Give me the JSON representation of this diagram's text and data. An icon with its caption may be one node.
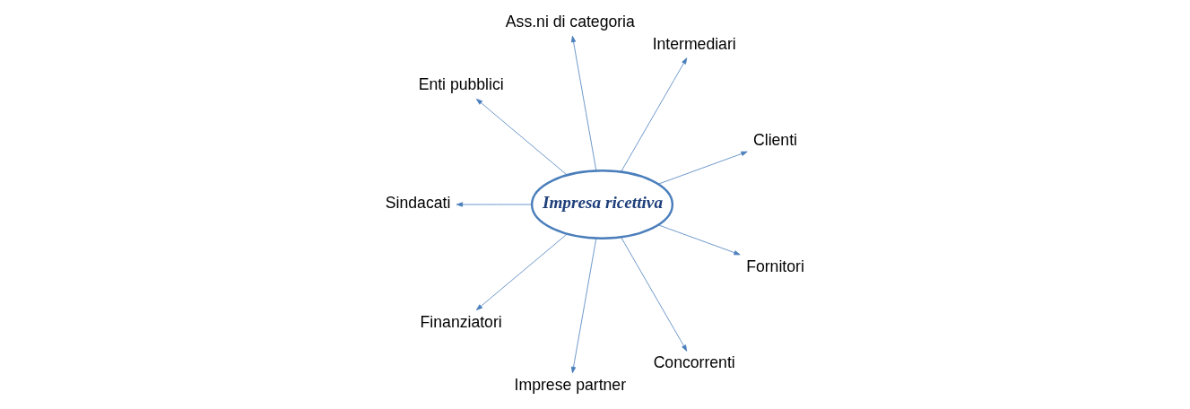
{
  "diagram": {
    "nodes": [
      {
        "text": [
          "Impresa ricettiva"
        ]
      },
      {
        "text": [
          "Clienti"
        ]
      },
      {
        "text": [
          "Intermediari"
        ]
      },
      {
        "text": [
          "Ass.ni di categoria"
        ]
      },
      {
        "text": [
          "Enti pubblici"
        ]
      },
      {
        "text": [
          "Sindacati"
        ]
      },
      {
        "text": [
          "Finanziatori"
        ]
      },
      {
        "text": [
          "Imprese partner"
        ]
      },
      {
        "text": [
          "Concorrenti"
        ]
      },
      {
        "text": [
          "Fornitori"
        ]
      }
    ],
    "edges": [
      {
        "from": 0,
        "to": 1,
        "arrow": "to"
      },
      {
        "from": 0,
        "to": 2,
        "arrow": "to"
      },
      {
        "from": 0,
        "to": 3,
        "arrow": "to"
      },
      {
        "from": 0,
        "to": 4,
        "arrow": "to"
      },
      {
        "from": 0,
        "to": 5,
        "arrow": "to"
      },
      {
        "from": 0,
        "to": 6,
        "arrow": "to"
      },
      {
        "from": 0,
        "to": 7,
        "arrow": "to"
      },
      {
        "from": 0,
        "to": 8,
        "arrow": "to"
      },
      {
        "from": 0,
        "to": 9,
        "arrow": "to"
      }
    ]
  }
}
